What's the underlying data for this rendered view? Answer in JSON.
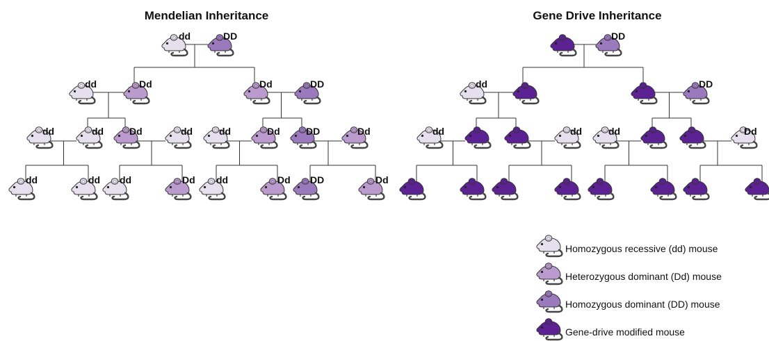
{
  "titles": {
    "mendelian": "Mendelian Inheritance",
    "gene_drive": "Gene Drive Inheritance"
  },
  "genotype_colors": {
    "dd": "#e6e0ee",
    "Dd": "#bb9bcd",
    "DD": "#9b79bd",
    "GD": "#5c2294"
  },
  "mendelian": {
    "gen0": {
      "left": "dd",
      "right": "DD"
    },
    "gen1": [
      {
        "left": "dd",
        "right": "Dd"
      },
      {
        "left": "Dd",
        "right": "DD"
      }
    ],
    "gen2": [
      {
        "left": "dd",
        "right": "dd"
      },
      {
        "left": "Dd",
        "right": "dd"
      },
      {
        "left": "dd",
        "right": "Dd"
      },
      {
        "left": "DD",
        "right": "Dd"
      }
    ],
    "gen3": [
      "dd",
      "dd",
      "dd",
      "Dd",
      "dd",
      "Dd",
      "DD",
      "Dd"
    ]
  },
  "gene_drive": {
    "gen0": {
      "left": "GD",
      "right": "DD"
    },
    "gen1": [
      {
        "left": "dd",
        "right": "GD"
      },
      {
        "left": "GD",
        "right": "DD"
      }
    ],
    "gen2": [
      {
        "left": "dd",
        "right": "GD"
      },
      {
        "left": "GD",
        "right": "dd"
      },
      {
        "left": "dd",
        "right": "GD"
      },
      {
        "left": "GD",
        "right": "dd"
      }
    ],
    "gen3": [
      "GD",
      "GD",
      "GD",
      "GD",
      "GD",
      "GD",
      "GD",
      "GD"
    ]
  },
  "mouse_labels": {
    "mendelian": {
      "gen0": [
        "dd",
        "DD"
      ],
      "gen1": [
        "dd",
        "Dd",
        "Dd",
        "DD"
      ],
      "gen2": [
        "dd",
        "dd",
        "Dd",
        "dd",
        "dd",
        "Dd",
        "DD",
        "Dd"
      ],
      "gen3": [
        "dd",
        "dd",
        "dd",
        "Dd",
        "dd",
        "Dd",
        "DD",
        "Dd"
      ]
    },
    "gene_drive": {
      "gen0": [
        "DD"
      ],
      "gen1": [
        "dd",
        "DD"
      ],
      "gen2": [
        "dd",
        "dd",
        "dd",
        "Dd"
      ]
    }
  },
  "legend": [
    {
      "genotype": "dd",
      "label": "Homozygous recessive (dd) mouse"
    },
    {
      "genotype": "Dd",
      "label": "Heterozygous dominant (Dd) mouse"
    },
    {
      "genotype": "DD",
      "label": "Homozygous dominant (DD) mouse"
    },
    {
      "genotype": "GD",
      "label": "Gene-drive modified mouse"
    }
  ]
}
